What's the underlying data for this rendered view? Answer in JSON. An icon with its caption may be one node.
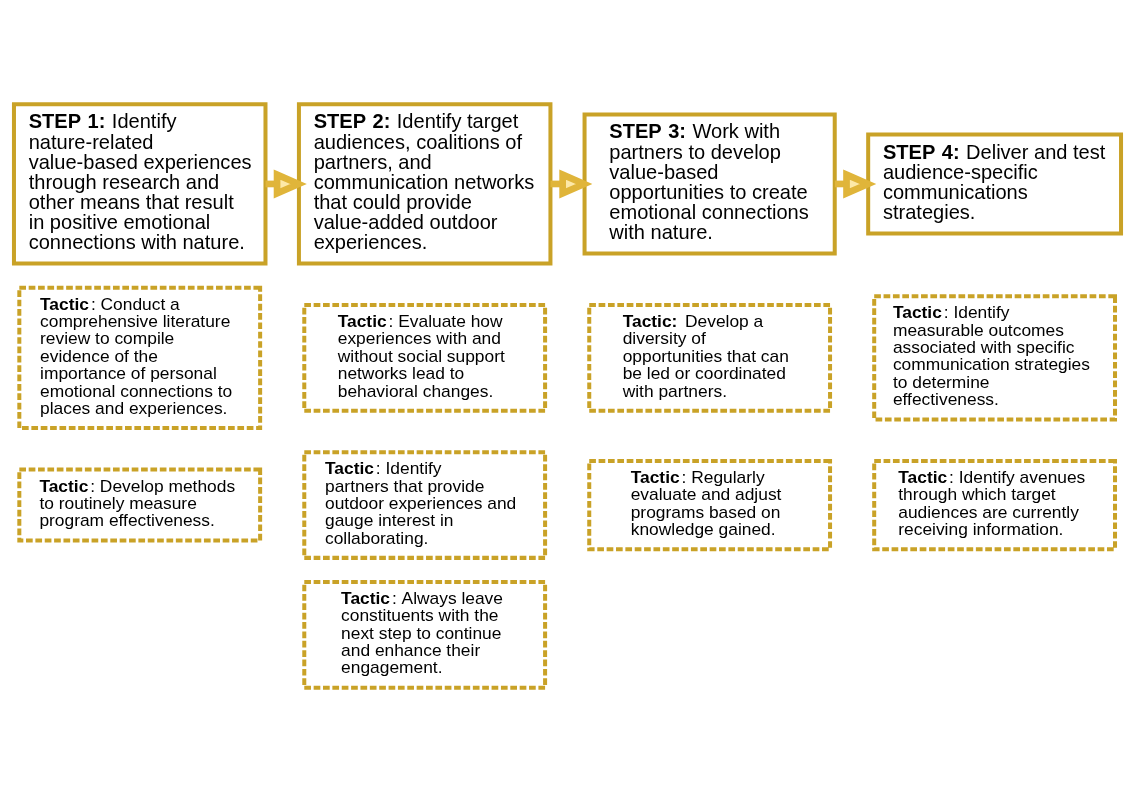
{
  "diagram": {
    "nodes": [
      {
        "text": [
          "**STEP 1:** Identify nature-related value-based experiences through research and other means that result in positive emotional connections with nature."
        ]
      },
      {
        "text": [
          "**Tactic**: Conduct a comprehensive literature review to compile evidence of the importance of personal emotional connections to places and experiences."
        ]
      },
      {
        "text": [
          "**Tactic**: Develop methods to routinely measure program effectiveness."
        ]
      },
      {
        "text": [
          "**STEP 2:** Identify target audiences, coalitions of partners, and communication networks that could provide value-added outdoor experiences."
        ]
      },
      {
        "text": [
          "**Tactic**: Evaluate how experiences with and without social support networks lead to behavioral changes."
        ]
      },
      {
        "text": [
          "**Tactic**: Identify partners that provide outdoor experiences and gauge interest in collaborating."
        ]
      },
      {
        "text": [
          "**Tactic**: Always leave constituents with the next step to continue and enhance their engagement."
        ]
      },
      {
        "text": [
          "**STEP 3:** Work with partners to develop value-based opportunities to create emotional connections with nature."
        ]
      },
      {
        "text": [
          "**Tactic:** Develop a diversity of opportunities that can be led or coordinated with partners."
        ]
      },
      {
        "text": [
          "**Tactic**: Regularly evaluate and adjust programs based on knowledge gained."
        ]
      },
      {
        "text": [
          "**STEP 4:** Deliver and test audience-specific communications strategies."
        ]
      },
      {
        "text": [
          "**Tactic**: Identify measurable outcomes associated with specific communication strategies to determine effectiveness."
        ]
      },
      {
        "text": [
          "**Tactic**: Identify avenues through which target audiences are currently receiving information."
        ]
      }
    ],
    "edges": [
      {
        "from": 0,
        "to": 3,
        "arrow": "to"
      },
      {
        "from": 3,
        "to": 7,
        "arrow": "to"
      },
      {
        "from": 7,
        "to": 10,
        "arrow": "to"
      }
    ]
  }
}
